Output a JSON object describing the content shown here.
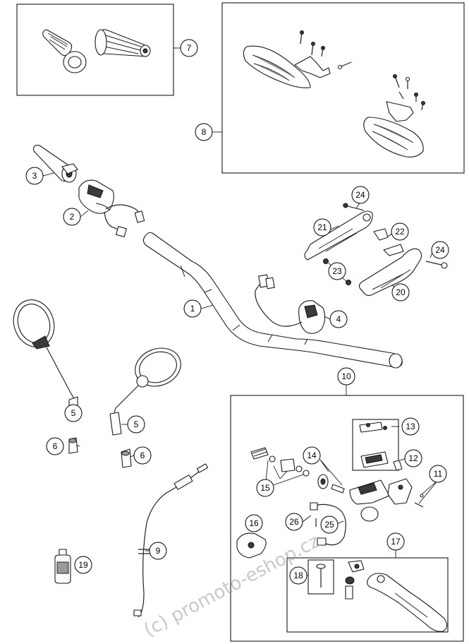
{
  "callouts": {
    "c1": "1",
    "c2": "2",
    "c3": "3",
    "c4": "4",
    "c5a": "5",
    "c5b": "5",
    "c6a": "6",
    "c6b": "6",
    "c7": "7",
    "c8": "8",
    "c9": "9",
    "c10": "10",
    "c11": "11",
    "c12": "12",
    "c13": "13",
    "c14": "14",
    "c15": "15",
    "c16": "16",
    "c17": "17",
    "c18": "18",
    "c19": "19",
    "c20": "20",
    "c21": "21",
    "c22": "22",
    "c23": "23",
    "c24a": "24",
    "c24b": "24",
    "c25": "25",
    "c26": "26"
  },
  "watermark": "(c) promoto-eshop.cz"
}
